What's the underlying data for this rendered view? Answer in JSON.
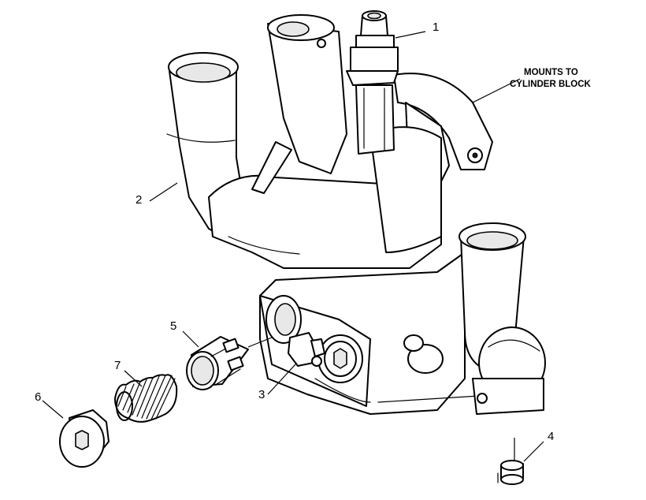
{
  "callouts": {
    "c1": "1",
    "c2": "2",
    "c3": "3",
    "c4": "4",
    "c5": "5",
    "c6": "6",
    "c7": "7"
  },
  "note": {
    "line1": "MOUNTS TO",
    "line2": "CYLINDER BLOCK"
  }
}
